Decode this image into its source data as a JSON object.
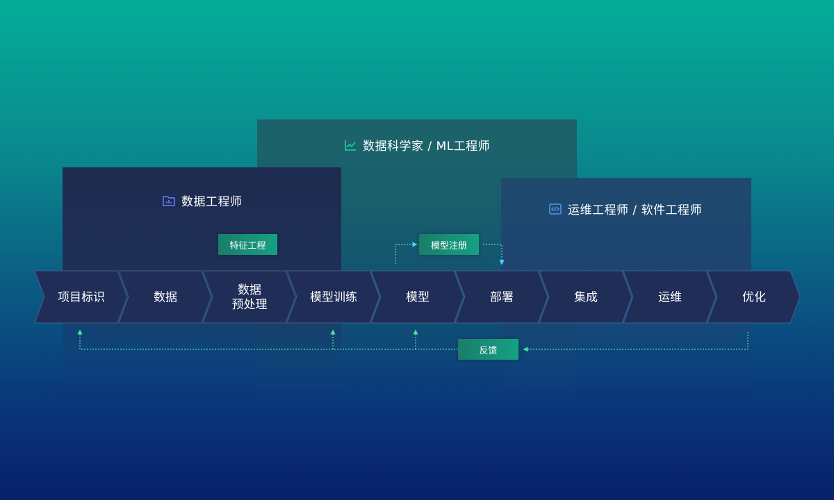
{
  "panels": {
    "data_scientist": {
      "title": "数据科学家 / ML工程师",
      "icon": "line-chart-icon",
      "color": "#19d39a"
    },
    "data_engineer": {
      "title": "数据工程师",
      "icon": "folder-chart-icon",
      "color": "#6f7dff"
    },
    "ops_engineer": {
      "title": "运维工程师 / 软件工程师",
      "icon": "code-icon",
      "color": "#4a9cf0"
    }
  },
  "tags": {
    "feature_engineering": "特征工程",
    "model_registry": "模型注册",
    "feedback": "反馈"
  },
  "steps": [
    {
      "lines": [
        "项目标识"
      ]
    },
    {
      "lines": [
        "数据"
      ]
    },
    {
      "lines": [
        "数据",
        "预处理"
      ]
    },
    {
      "lines": [
        "模型训练"
      ]
    },
    {
      "lines": [
        "模型"
      ]
    },
    {
      "lines": [
        "部署"
      ]
    },
    {
      "lines": [
        "集成"
      ]
    },
    {
      "lines": [
        "运维"
      ]
    },
    {
      "lines": [
        "优化"
      ]
    }
  ],
  "colors": {
    "chevron_fill": "#1f2d57",
    "chevron_stroke": "#3f5f90",
    "arrow_green": "#4be0a0",
    "arrow_cyan": "#4ad6ff"
  }
}
